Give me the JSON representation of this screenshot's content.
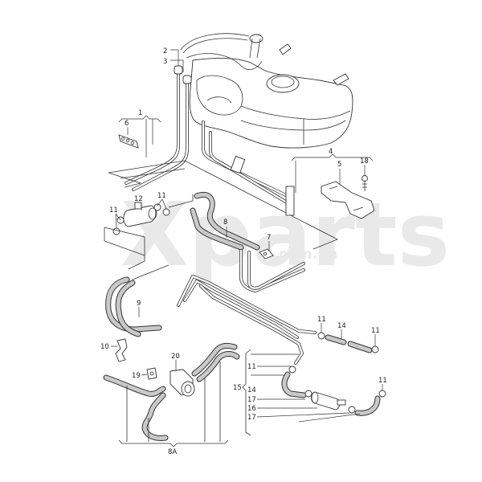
{
  "diagram": {
    "title": "Fuel tank, fuel lines and hoses parts diagram",
    "watermark": {
      "brand": "Xparts",
      "domain": ".com.ua"
    },
    "colors": {
      "line": "#333333",
      "hose_fill": "#c9c9c9",
      "background": "#ffffff",
      "watermark": "#e9e9e9"
    },
    "callouts": [
      {
        "id": "c2",
        "text": "2"
      },
      {
        "id": "c3",
        "text": "3"
      },
      {
        "id": "c1",
        "text": "1"
      },
      {
        "id": "c6",
        "text": "6"
      },
      {
        "id": "c4",
        "text": "4"
      },
      {
        "id": "c5",
        "text": "5"
      },
      {
        "id": "c18",
        "text": "18"
      },
      {
        "id": "c12",
        "text": "12"
      },
      {
        "id": "c11a",
        "text": "11"
      },
      {
        "id": "c11b",
        "text": "11"
      },
      {
        "id": "c8",
        "text": "8"
      },
      {
        "id": "c7",
        "text": "7"
      },
      {
        "id": "c9",
        "text": "9"
      },
      {
        "id": "c10",
        "text": "10"
      },
      {
        "id": "c20",
        "text": "20"
      },
      {
        "id": "c19",
        "text": "19"
      },
      {
        "id": "c8A",
        "text": "8A"
      },
      {
        "id": "c11c",
        "text": "11"
      },
      {
        "id": "c14a",
        "text": "14"
      },
      {
        "id": "c11d",
        "text": "11"
      },
      {
        "id": "c11e",
        "text": "11"
      },
      {
        "id": "c15",
        "text": "15"
      },
      {
        "id": "c14b",
        "text": "14"
      },
      {
        "id": "c17a",
        "text": "17"
      },
      {
        "id": "c16",
        "text": "16"
      },
      {
        "id": "c17b",
        "text": "17"
      },
      {
        "id": "c11f",
        "text": "11"
      }
    ]
  }
}
